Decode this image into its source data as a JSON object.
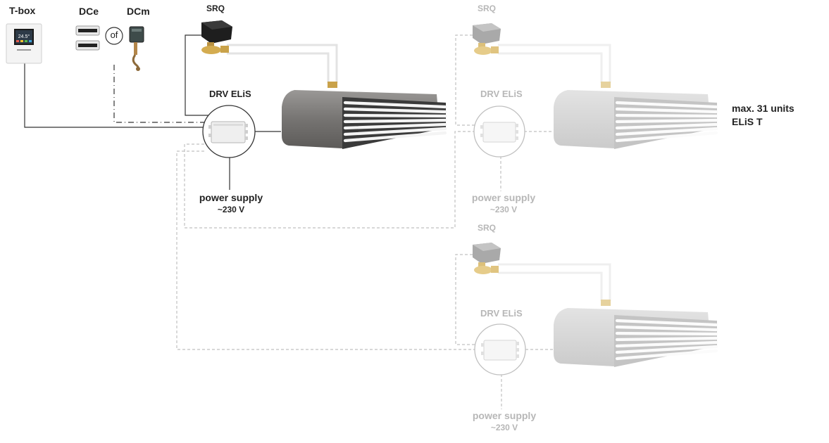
{
  "labels": {
    "tbox": "T-box",
    "dce": "DCe",
    "dcm": "DCm",
    "of": "of",
    "srq_main": "SRQ",
    "srq_2": "SRQ",
    "srq_3": "SRQ",
    "drv_main": "DRV ELiS",
    "drv_2": "DRV ELiS",
    "drv_3": "DRV ELiS",
    "power_main": "power supply",
    "voltage_main": "~230 V",
    "power_2": "power supply",
    "voltage_2": "~230 V",
    "power_3": "power supply",
    "voltage_3": "~230 V",
    "max_units": "max. 31 units",
    "model": "ELiS T"
  },
  "tbox_display": {
    "temperature": "24.5°"
  },
  "colors": {
    "text_dark": "#222222",
    "text_faded": "#b7b7b7",
    "line_dark": "#333333",
    "line_faded": "#c0c0c0",
    "valve_black": "#1e1e1e",
    "valve_gray": "#8a8a8a",
    "brass": "#c9a24a",
    "unit_body": "#7d7b79",
    "unit_faded": "#d4d4d4"
  }
}
